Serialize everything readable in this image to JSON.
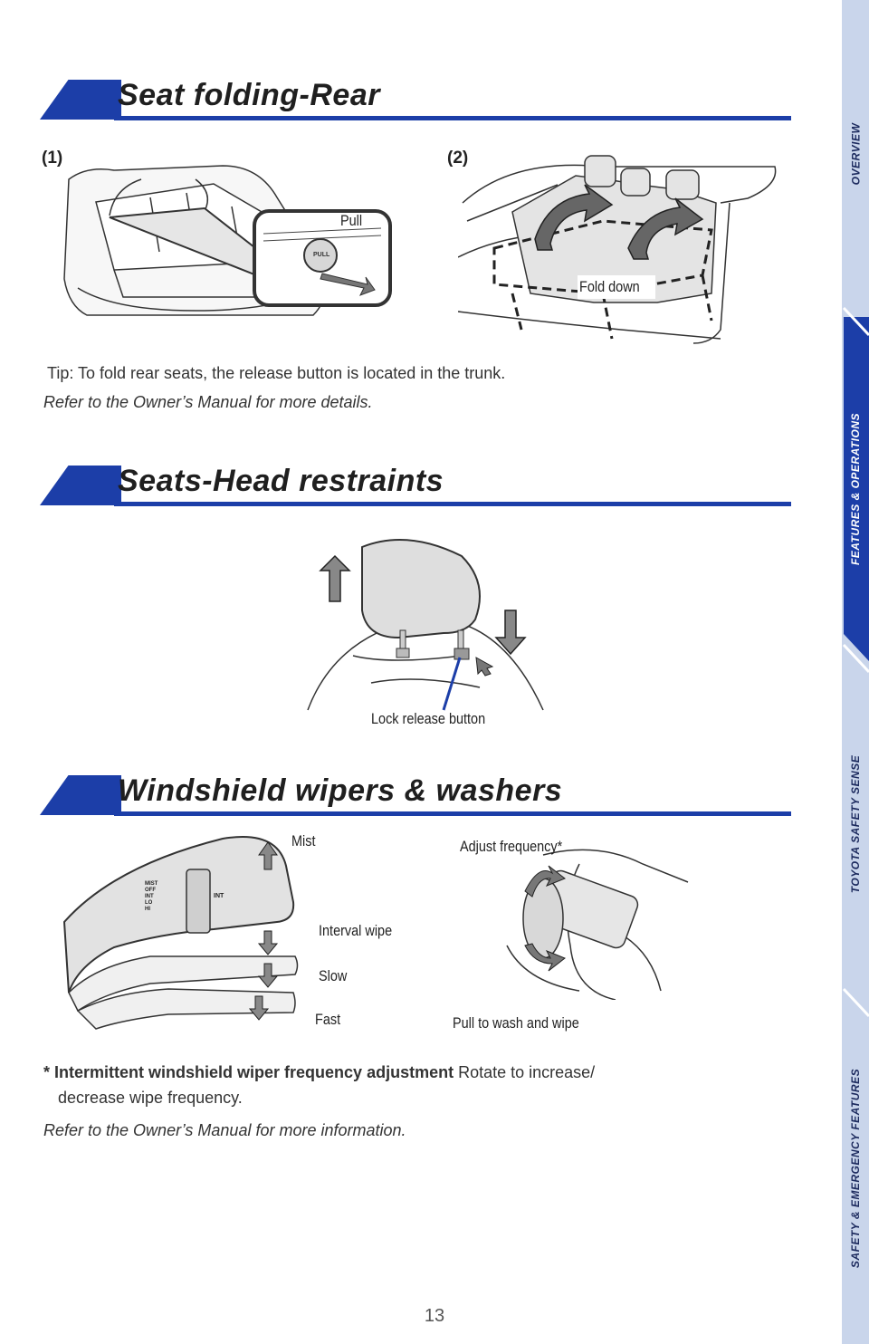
{
  "sections": {
    "seat_folding": {
      "title": "Seat folding-Rear",
      "step1": "(1)",
      "step2": "(2)",
      "pull_label": "Pull",
      "button_text": "PULL",
      "fold_label": "Fold down",
      "tip": "Tip: To fold rear seats, the release button is located in the trunk.",
      "refer": "Refer to the Owner’s Manual for more details."
    },
    "head_restraints": {
      "title": "Seats-Head restraints",
      "lock_label": "Lock release button"
    },
    "wipers": {
      "title": "Windshield wipers & washers",
      "mist": "Mist",
      "interval": "Interval wipe",
      "slow": "Slow",
      "fast": "Fast",
      "adjust": "Adjust frequency*",
      "pull_wash": "Pull to wash and wipe",
      "stalk_positions": [
        "MIST",
        "OFF",
        "INT",
        "LO",
        "HI"
      ],
      "stalk_int": "INT",
      "footnote_mark": "* ",
      "footnote_bold": "Intermittent windshield wiper frequency adjustment",
      "footnote_rest": " Rotate to increase/",
      "footnote_line2": "decrease wipe frequency.",
      "refer": "Refer to the Owner’s Manual for more information."
    }
  },
  "sidebar": {
    "tabs": [
      {
        "label": "OVERVIEW",
        "active": false
      },
      {
        "label": "FEATURES & OPERATIONS",
        "active": true
      },
      {
        "label": "TOYOTA SAFETY SENSE",
        "active": false
      },
      {
        "label": "SAFETY & EMERGENCY FEATURES",
        "active": false
      }
    ]
  },
  "page_number": "13",
  "colors": {
    "brand_blue": "#1c3ea8",
    "sidebar_light": "#c9d5eb",
    "sidebar_active": "#1c3ea8",
    "tab_text": "#1c2a5e"
  }
}
